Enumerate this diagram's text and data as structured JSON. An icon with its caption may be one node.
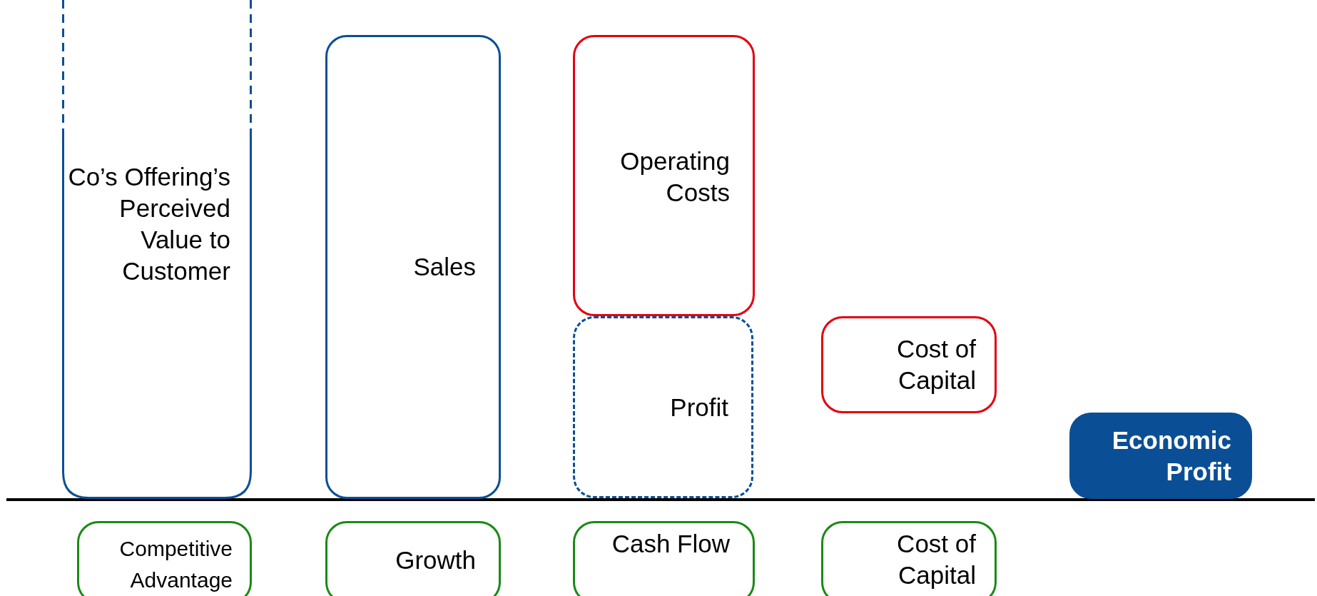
{
  "diagram": {
    "nodes": [
      {
        "text": [
          "Co’s Offering’s Perceived Value to Customer"
        ]
      },
      {
        "text": [
          "Sales"
        ]
      },
      {
        "text": [
          "Operating Costs"
        ]
      },
      {
        "text": [
          "Profit"
        ]
      },
      {
        "text": [
          "Cost of Capital"
        ]
      },
      {
        "text": [
          "Economic Profit"
        ]
      },
      {
        "text": [
          "Competitive Advantage"
        ]
      },
      {
        "text": [
          "Growth"
        ]
      },
      {
        "text": [
          "Cash Flow"
        ]
      },
      {
        "text": [
          "Cost of Capital"
        ]
      }
    ]
  }
}
